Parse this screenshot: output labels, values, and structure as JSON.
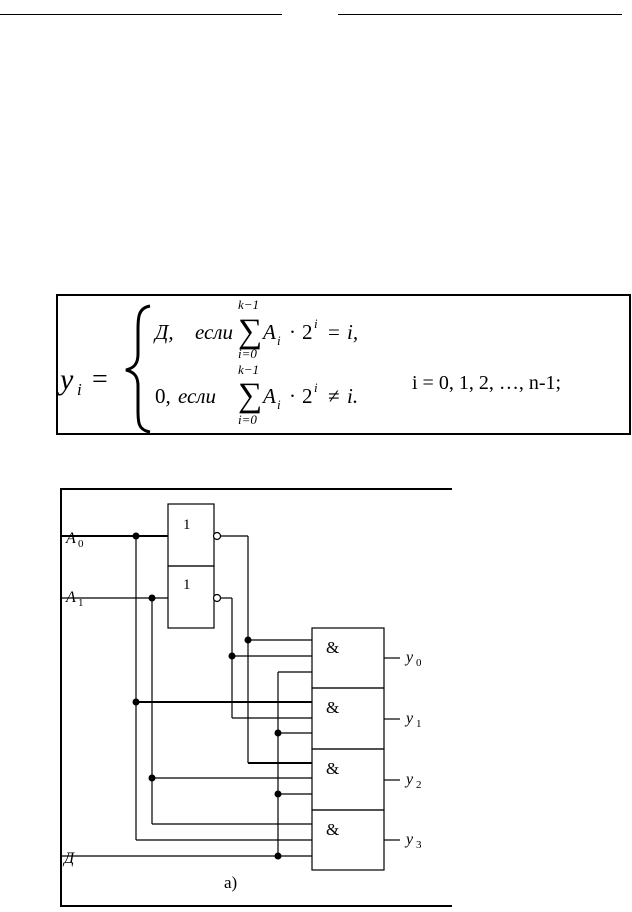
{
  "formula": {
    "lhs_var": "y",
    "lhs_sub": "i",
    "eq": "=",
    "case1": {
      "value": "Д,",
      "cond": "если",
      "sum_top": "k−1",
      "sum_bottom": "i=0",
      "sigma": "∑",
      "term_var": "A",
      "term_sub": "i",
      "dot": "·",
      "base": "2",
      "exp": "i",
      "rel": "=",
      "rhs": "i,",
      "sigma_bottom_var": "i=0"
    },
    "case2": {
      "value": "0,",
      "cond": "если",
      "sum_top": "k−1",
      "sum_bottom": "i=0",
      "sigma": "∑",
      "term_var": "A",
      "term_sub": "i",
      "dot": "·",
      "base": "2",
      "exp": "i",
      "rel": "≠",
      "rhs": "i."
    },
    "range": "i = 0, 1, 2, …, n-1;"
  },
  "circuit": {
    "inputs": [
      {
        "name": "A",
        "sub": "0"
      },
      {
        "name": "A",
        "sub": "1"
      },
      {
        "name": "Д",
        "sub": ""
      }
    ],
    "not_gates": [
      "1",
      "1"
    ],
    "and_gates": [
      "&",
      "&",
      "&",
      "&"
    ],
    "outputs": [
      {
        "name": "y",
        "sub": "0"
      },
      {
        "name": "y",
        "sub": "1"
      },
      {
        "name": "y",
        "sub": "2"
      },
      {
        "name": "y",
        "sub": "3"
      }
    ],
    "caption": "а)"
  }
}
